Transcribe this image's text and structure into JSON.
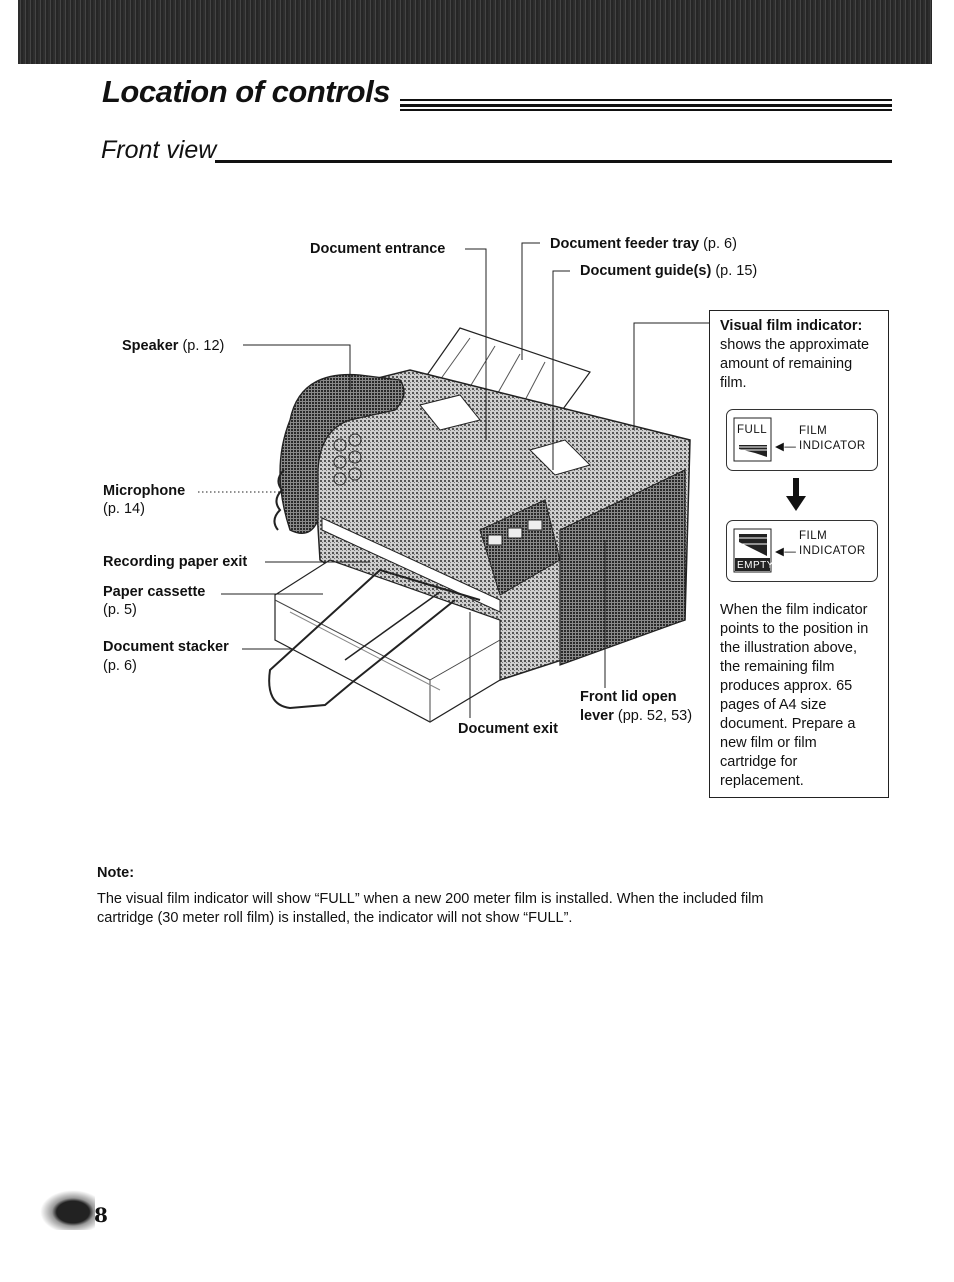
{
  "header": {
    "title": "Location of controls",
    "subtitle": "Front view"
  },
  "labels": {
    "document_entrance": "Document entrance",
    "document_feeder_tray": "Document feeder tray",
    "document_feeder_tray_ref": " (p. 6)",
    "document_guides": "Document guide(s)",
    "document_guides_ref": " (p. 15)",
    "speaker": "Speaker",
    "speaker_ref": " (p. 12)",
    "microphone": "Microphone",
    "microphone_ref": "(p. 14)",
    "recording_paper_exit": "Recording paper exit",
    "paper_cassette": "Paper cassette",
    "paper_cassette_ref": "(p. 5)",
    "document_stacker": "Document stacker",
    "document_stacker_ref": "(p. 6)",
    "front_lid_open": "Front lid open",
    "front_lid_lever": "lever",
    "front_lid_ref": " (pp. 52, 53)",
    "document_exit": "Document exit"
  },
  "indicator": {
    "title": "Visual film indicator:",
    "desc_lines": [
      "shows the approximate",
      "amount of remaining",
      "film."
    ],
    "full_label": "FULL",
    "empty_label": "EMPTY",
    "film_label": "FILM",
    "indicator_label": "INDICATOR",
    "body_lines": [
      "When the film indicator",
      "points to the position in",
      "the illustration above,",
      "the remaining film",
      "produces approx. 65",
      "pages of A4 size",
      "document. Prepare a",
      "new film or film",
      "cartridge for",
      "replacement."
    ]
  },
  "note": {
    "title": "Note:",
    "line1": "The visual film indicator will show “FULL” when a new 200 meter film is installed. When the included film",
    "line2": "cartridge (30 meter roll film) is installed, the indicator will not show “FULL”."
  },
  "page_number": "8"
}
